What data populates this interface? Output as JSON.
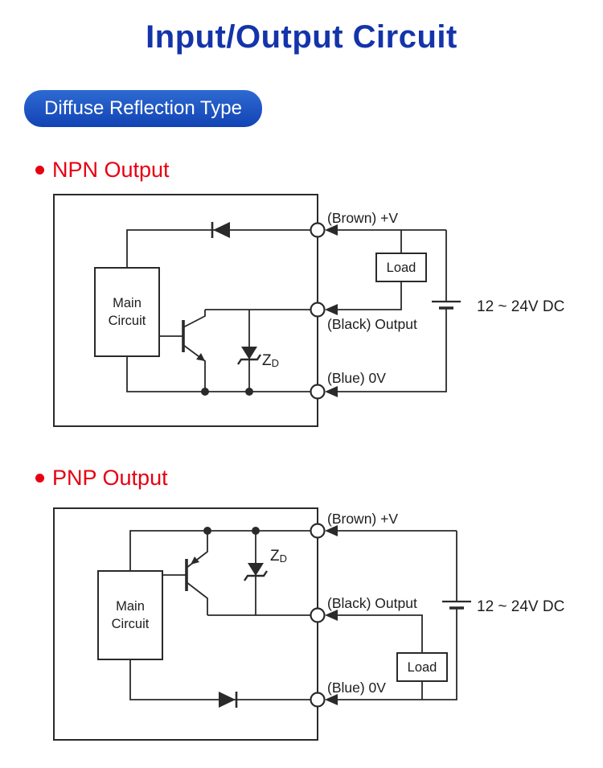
{
  "title": "Input/Output Circuit",
  "badge": "Diffuse Reflection Type",
  "colors": {
    "title_blue": "#1434ab",
    "badge_gradient_top": "#2e6ad2",
    "badge_gradient_bottom": "#1243b4",
    "accent_red": "#e60012",
    "line_color": "#2a2a2a"
  },
  "npn": {
    "heading": "NPN Output",
    "main_line1": "Main",
    "main_line2": "Circuit",
    "load": "Load",
    "zener": "Z",
    "zener_sub": "D",
    "brown": "(Brown) +V",
    "black": "(Black) Output",
    "blue": "(Blue) 0V",
    "power": "12 ~ 24V DC"
  },
  "pnp": {
    "heading": "PNP Output",
    "main_line1": "Main",
    "main_line2": "Circuit",
    "load": "Load",
    "zener": "Z",
    "zener_sub": "D",
    "brown": "(Brown) +V",
    "black": "(Black) Output",
    "blue": "(Blue) 0V",
    "power": "12 ~ 24V DC"
  }
}
